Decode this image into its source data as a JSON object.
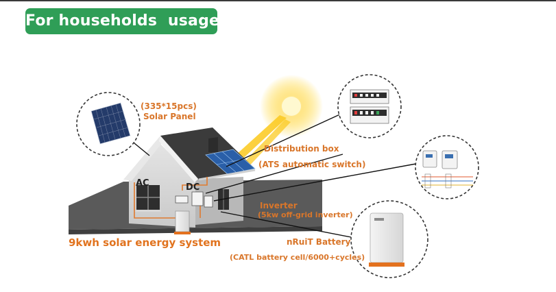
{
  "banner": {
    "title": "For households  usage"
  },
  "house": {
    "ac_label": "AC",
    "dc_label": "DC"
  },
  "system_title": "9kwh solar energy system",
  "components": {
    "solar_panel": {
      "qty": "(335*15pcs)",
      "name": "Solar Panel"
    },
    "distribution_box": {
      "name": "Distribution box",
      "detail": "(ATS automatic switch)"
    },
    "inverter": {
      "name": "Inverter",
      "detail": "(5kw off-grid inverter)"
    },
    "battery": {
      "name": "nRuiT Battery",
      "detail": "(CATL battery cell/6000+cycles)"
    }
  },
  "colors": {
    "banner": "#2f9e57",
    "label": "#d9762a",
    "sun": "#ffd21a",
    "ground": "#5a5a5a"
  },
  "icons": [
    "sun-icon",
    "solar-panel-icon",
    "distribution-box-icon",
    "inverter-icon",
    "battery-icon",
    "house-icon"
  ]
}
